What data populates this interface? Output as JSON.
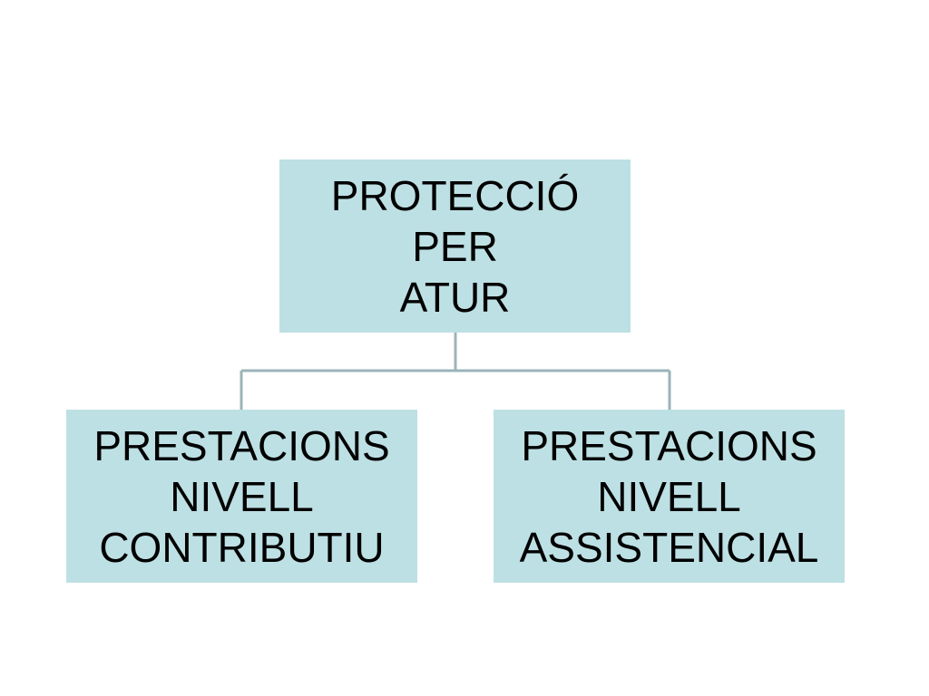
{
  "diagram": {
    "root": {
      "lines": [
        "PROTECCIÓ",
        "PER",
        "ATUR"
      ]
    },
    "children": [
      {
        "lines": [
          "PRESTACIONS",
          "NIVELL",
          "CONTRIBUTIU"
        ]
      },
      {
        "lines": [
          "PRESTACIONS",
          "NIVELL",
          "ASSISTENCIAL"
        ]
      }
    ],
    "colors": {
      "node_fill": "#bde0e4",
      "connector": "#9bb4b8",
      "text": "#000000"
    }
  }
}
